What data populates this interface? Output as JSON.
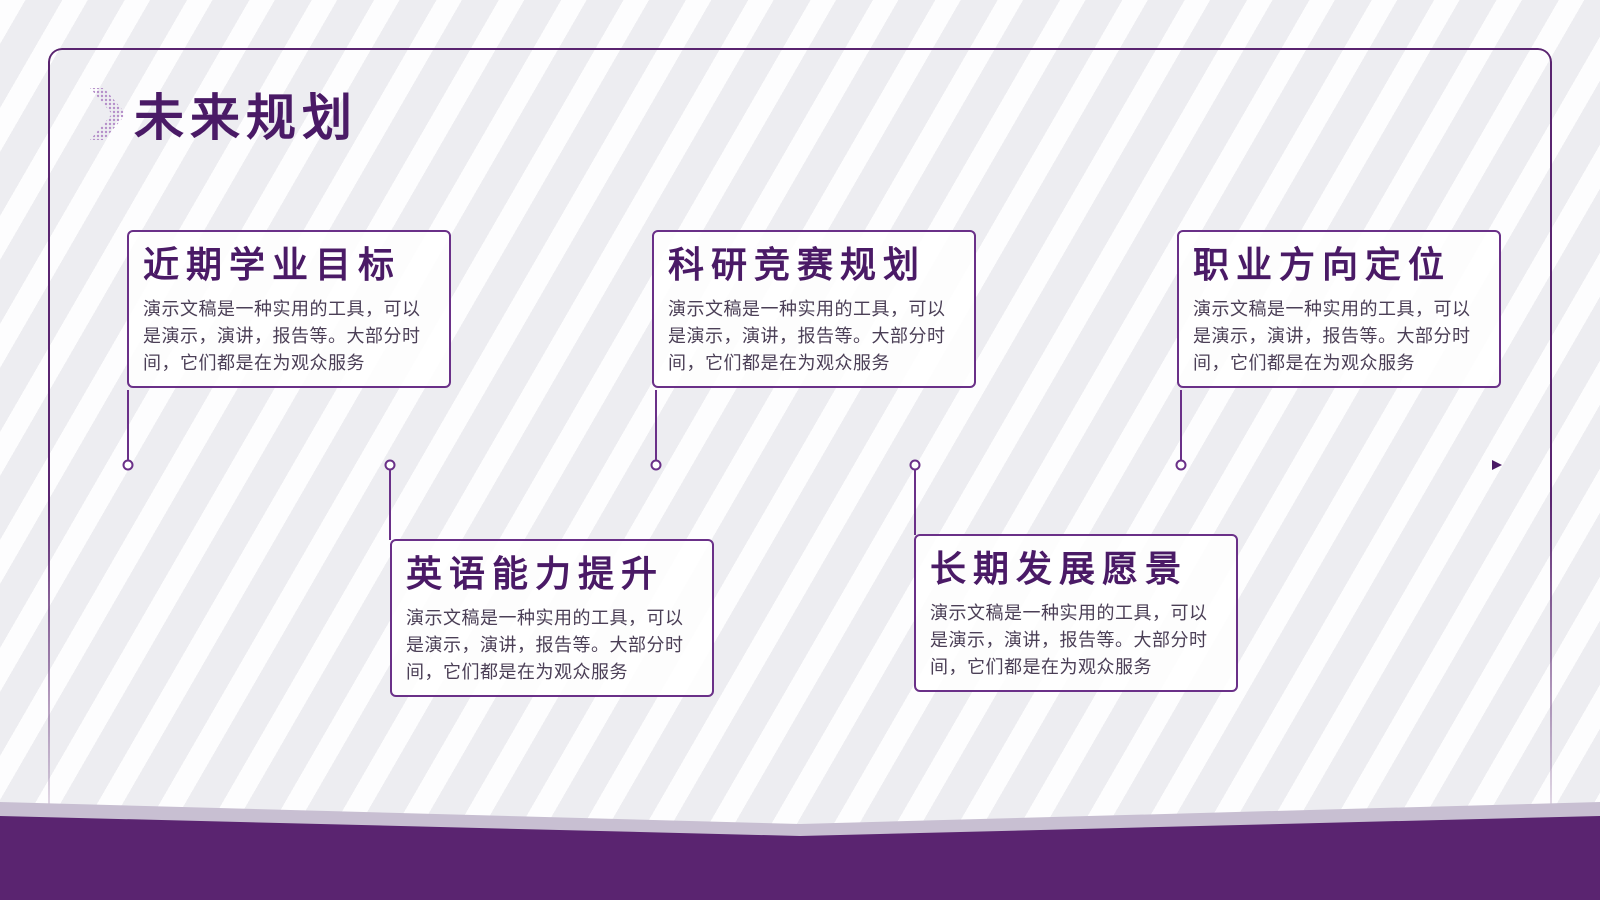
{
  "title": "未来规划",
  "colors": {
    "accent": "#5a2470",
    "text": "#4a1a66"
  },
  "cards": [
    {
      "title": "近期学业目标",
      "body": "演示文稿是一种实用的工具，可以是演示，演讲，报告等。大部分时间，它们都是在为观众服务"
    },
    {
      "title": "英语能力提升",
      "body": "演示文稿是一种实用的工具，可以是演示，演讲，报告等。大部分时间，它们都是在为观众服务"
    },
    {
      "title": "科研竞赛规划",
      "body": "演示文稿是一种实用的工具，可以是演示，演讲，报告等。大部分时间，它们都是在为观众服务"
    },
    {
      "title": "长期发展愿景",
      "body": "演示文稿是一种实用的工具，可以是演示，演讲，报告等。大部分时间，它们都是在为观众服务"
    },
    {
      "title": "职业方向定位",
      "body": "演示文稿是一种实用的工具，可以是演示，演讲，报告等。大部分时间，它们都是在为观众服务"
    }
  ]
}
